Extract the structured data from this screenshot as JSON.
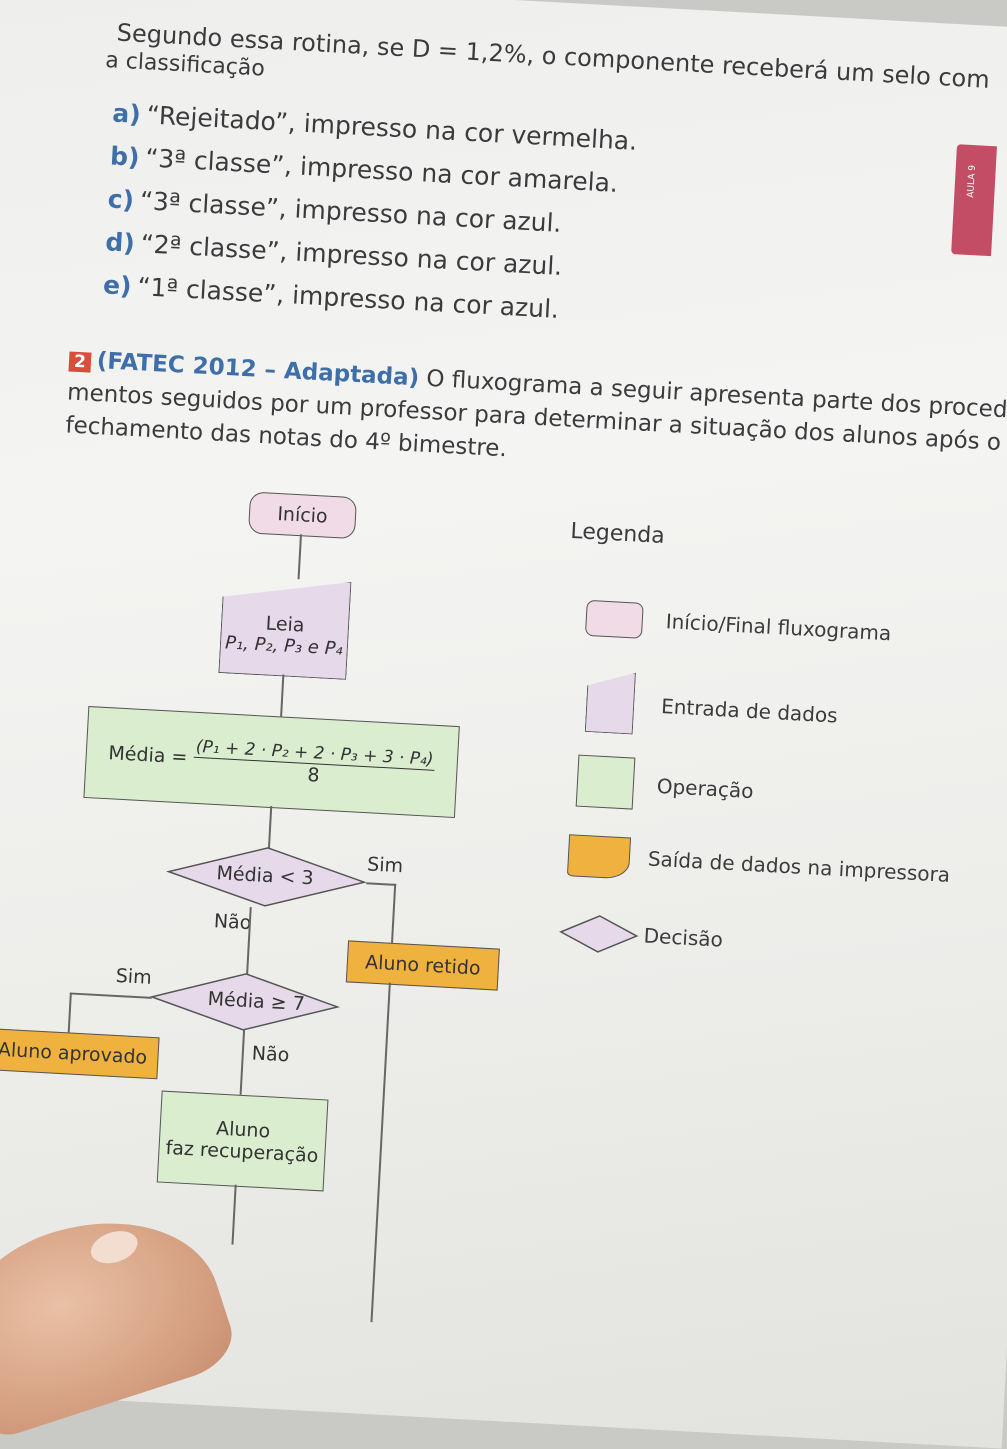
{
  "question1": {
    "stem_line1": "Segundo essa rotina, se D = 1,2%, o componente receberá um selo com",
    "stem_line2": "a classificação",
    "options": [
      {
        "letter": "a)",
        "text": "“Rejeitado”, impresso na cor vermelha."
      },
      {
        "letter": "b)",
        "text": "“3ª classe”, impresso na cor amarela."
      },
      {
        "letter": "c)",
        "text": "“3ª classe”, impresso na cor azul."
      },
      {
        "letter": "d)",
        "text": "“2ª classe”, impresso na cor azul."
      },
      {
        "letter": "e)",
        "text": "“1ª classe”, impresso na cor azul."
      }
    ]
  },
  "side_tab": "AULA 9",
  "question2": {
    "number": "2",
    "source": "(FATEC 2012 – Adaptada)",
    "line1_rest": "O fluxograma a seguir apresenta parte dos procedi-",
    "line2": "mentos seguidos por um professor para determinar a situação dos alunos após o",
    "line3": "fechamento das notas do 4º bimestre."
  },
  "flowchart": {
    "start": "Início",
    "input_line1": "Leia",
    "input_line2": "P₁, P₂, P₃ e P₄",
    "operation_prefix": "Média =",
    "operation_numerator": "(P₁ + 2 · P₂ + 2 · P₃ + 3 · P₄)",
    "operation_denominator": "8",
    "decision1": "Média < 3",
    "decision1_yes": "Sim",
    "decision1_no": "Não",
    "output_retido": "Aluno retido",
    "decision2": "Média ≥ 7",
    "decision2_yes": "Sim",
    "decision2_no": "Não",
    "output_aprovado": "Aluno aprovado",
    "operation_recuperacao_line1": "Aluno",
    "operation_recuperacao_line2": "faz recuperação"
  },
  "legend": {
    "title": "Legenda",
    "items": [
      {
        "shape": "rounded-rect",
        "label": "Início/Final fluxograma"
      },
      {
        "shape": "manual-input",
        "label": "Entrada de dados"
      },
      {
        "shape": "rect",
        "label": "Operação"
      },
      {
        "shape": "document",
        "label": "Saída de dados na impressora"
      },
      {
        "shape": "diamond",
        "label": "Decisão"
      }
    ]
  },
  "colors": {
    "start": "#f1dbe6",
    "input": "#e6d9ea",
    "operation": "#dbedcf",
    "output": "#f0b23f",
    "decision": "#e6d9ea",
    "accent_blue": "#3f6fa8",
    "badge_red": "#d94d3c"
  }
}
